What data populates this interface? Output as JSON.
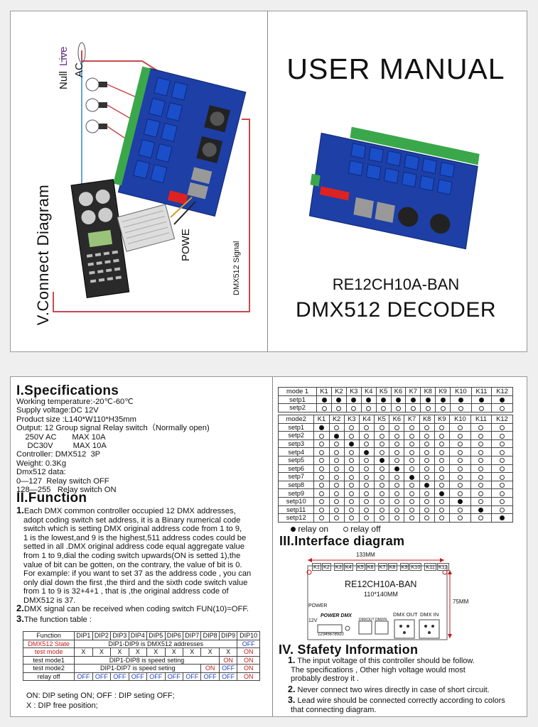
{
  "top": {
    "connect_title": "V.Connect Diagram",
    "wire_live": "Live",
    "wire_null": "Null",
    "wire_ac": "AC",
    "power_label": "POWE",
    "signal_label": "DMX512 Signal",
    "manual_title": "USER MANUAL",
    "model": "RE12CH10A-BAN",
    "product": "DMX512 DECODER"
  },
  "spec": {
    "title": "I.Specifications",
    "lines": [
      "Working temperature:-20℃-60℃",
      "Supply voltage:DC 12V",
      "Product size :L140*W110*H35mm",
      "Output: 12 Group signal Relay switch（Normally open)",
      "    250V AC       MAX 10A",
      "     DC30V         MAX 10A",
      "Controller: DMX512  3P",
      "Weight: 0.3Kg",
      "Dmx512 data:",
      "0—127  Relay switch OFF",
      "128—255   Relay switch ON"
    ]
  },
  "func": {
    "title": "II.Function",
    "p1_num": "1.",
    "p1_lines": [
      "Each DMX common controller occupied 12 DMX addresses,",
      "adopt coding switch set address, it is a Binary numerical code",
      "switch which is setting DMX original address code from 1 to 9,",
      "1 is the lowest,and 9 is the highest,511 address codes  could be",
      "setted  in all .DMX original address code equal aggregate value",
      "from 1 to 9,dial the coding switch upwards(ON is setted 1),the",
      "value of bit can be  gotten, on the contrary, the value of bit is 0.",
      "For example: if you want to set 37 as the address code , you can",
      "only dial down the first ,the third and the  sixth code switch value",
      "from 1 to 9 is 32+4+1 , that is ,the original address  code of",
      "DMX512 is 37."
    ],
    "p2_num": "2.",
    "p2": "DMX signal can be received when coding switch FUN(10)=OFF.",
    "p3_num": "3.",
    "p3": "The function table :"
  },
  "ftable": {
    "header": [
      "Function",
      "DIP1",
      "DIP2",
      "DIP3",
      "DIP4",
      "DIP5",
      "DIP6",
      "DIP7",
      "DIP8",
      "DIP9",
      "DIP10"
    ],
    "r1_label": "DMX512 State",
    "r1_span": "DIP1-DIP9 is DMX512 addresses",
    "r1_last": "OFF",
    "r2_label": "test mode",
    "r2_cells": [
      "X",
      "X",
      "X",
      "X",
      "X",
      "X",
      "X",
      "X",
      "X"
    ],
    "r2_last": "ON",
    "r3_label": "test mode1",
    "r3_span": "DIP1-DIP8 is speed seting",
    "r3_c9": "ON",
    "r3_last": "ON",
    "r4_label": "test mode2",
    "r4_span": "DIP1-DIP7 is speed seting",
    "r4_c8": "ON",
    "r4_c9": "OFF",
    "r4_last": "ON",
    "r5_label": "relay off",
    "r5_cells": [
      "OFF",
      "OFF",
      "OFF",
      "OFF",
      "OFF",
      "OFF",
      "OFF",
      "OFF",
      "OFF"
    ],
    "r5_last": "ON"
  },
  "notes": {
    "n1": "ON: DIP seting ON;   OFF :  DIP seting OFF;",
    "n2": "X :  DIP free position;"
  },
  "mode1": {
    "header": [
      "mode 1",
      "K1",
      "K2",
      "K3",
      "K4",
      "K5",
      "K6",
      "K7",
      "K8",
      "K9",
      "K10",
      "K11",
      "K12"
    ],
    "rows": [
      {
        "label": "setp1",
        "on": [
          1,
          1,
          1,
          1,
          1,
          1,
          1,
          1,
          1,
          1,
          1,
          1
        ]
      },
      {
        "label": "setp2",
        "on": [
          0,
          0,
          0,
          0,
          0,
          0,
          0,
          0,
          0,
          0,
          0,
          0
        ]
      }
    ]
  },
  "mode2": {
    "header": [
      "mode2",
      "K1",
      "K2",
      "K3",
      "K4",
      "K5",
      "K6",
      "K7",
      "K8",
      "K9",
      "K10",
      "K11",
      "K12"
    ],
    "rows": [
      {
        "label": "setp1",
        "on": [
          1,
          0,
          0,
          0,
          0,
          0,
          0,
          0,
          0,
          0,
          0,
          0
        ]
      },
      {
        "label": "setp2",
        "on": [
          0,
          1,
          0,
          0,
          0,
          0,
          0,
          0,
          0,
          0,
          0,
          0
        ]
      },
      {
        "label": "setp3",
        "on": [
          0,
          0,
          1,
          0,
          0,
          0,
          0,
          0,
          0,
          0,
          0,
          0
        ]
      },
      {
        "label": "setp4",
        "on": [
          0,
          0,
          0,
          1,
          0,
          0,
          0,
          0,
          0,
          0,
          0,
          0
        ]
      },
      {
        "label": "setp5",
        "on": [
          0,
          0,
          0,
          0,
          1,
          0,
          0,
          0,
          0,
          0,
          0,
          0
        ]
      },
      {
        "label": "setp6",
        "on": [
          0,
          0,
          0,
          0,
          0,
          1,
          0,
          0,
          0,
          0,
          0,
          0
        ]
      },
      {
        "label": "setp7",
        "on": [
          0,
          0,
          0,
          0,
          0,
          0,
          1,
          0,
          0,
          0,
          0,
          0
        ]
      },
      {
        "label": "setp8",
        "on": [
          0,
          0,
          0,
          0,
          0,
          0,
          0,
          1,
          0,
          0,
          0,
          0
        ]
      },
      {
        "label": "setp9",
        "on": [
          0,
          0,
          0,
          0,
          0,
          0,
          0,
          0,
          1,
          0,
          0,
          0
        ]
      },
      {
        "label": "setp10",
        "on": [
          0,
          0,
          0,
          0,
          0,
          0,
          0,
          0,
          0,
          1,
          0,
          0
        ]
      },
      {
        "label": "setp11",
        "on": [
          0,
          0,
          0,
          0,
          0,
          0,
          0,
          0,
          0,
          0,
          1,
          0
        ]
      },
      {
        "label": "setp12",
        "on": [
          0,
          0,
          0,
          0,
          0,
          0,
          0,
          0,
          0,
          0,
          0,
          1
        ]
      }
    ]
  },
  "legend": {
    "on": "relay on",
    "off": "relay off"
  },
  "iface": {
    "title": "III.Interface diagram",
    "width": "133MM",
    "height": "75MM",
    "terminals": [
      "K1",
      "K2",
      "K3",
      "K4",
      "K5",
      "K6",
      "K7",
      "K8",
      "K9",
      "K10",
      "K11",
      "K12"
    ],
    "model": "RE12CH10A-BAN",
    "size": "110*140MM",
    "power": "POWER",
    "v12": "12V",
    "brand": "POWER  DMX",
    "dip_nums": "12345678910",
    "dmxout_small": "DMXOUT",
    "dmxin_small": "DMXIN",
    "dmx_out": "DMX OUT",
    "dmx_in": "DMX IN"
  },
  "safety": {
    "title": "IV. Sfafety Information",
    "items": [
      {
        "num": "1.",
        "lines": [
          " The input voltage of this controller should be follow.",
          "The specifications , Other high voltage would most",
          "probably destroy it ."
        ]
      },
      {
        "num": "2.",
        "lines": [
          "  Never connect two wires directly in case of short circuit."
        ]
      },
      {
        "num": "3.",
        "lines": [
          " Lead wire should be connected correctly according to colors",
          "that connecting diagram."
        ]
      }
    ]
  },
  "colors": {
    "red": "#c41a1a",
    "blue": "#1a3fc4",
    "board": "#1d3fa6",
    "relay": "#1b4fc9",
    "terminal": "#3aa84a",
    "wire_red": "#c9494f",
    "wire_blue": "#3a8fd0"
  }
}
